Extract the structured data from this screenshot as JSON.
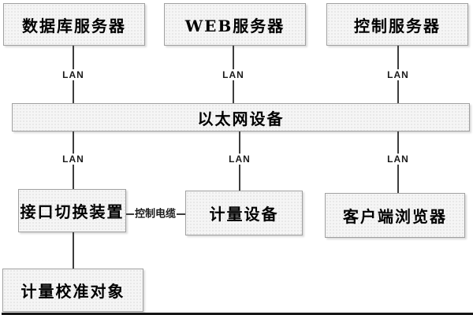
{
  "nodes": [
    {
      "id": "database-server",
      "label": "数据库服务器"
    },
    {
      "id": "web-server",
      "label": "WEB服务器"
    },
    {
      "id": "control-server",
      "label": "控制服务器"
    },
    {
      "id": "ethernet-device",
      "label": "以太网设备"
    },
    {
      "id": "interface-switch",
      "label": "接口切换装置"
    },
    {
      "id": "metering-device",
      "label": "计量设备"
    },
    {
      "id": "client-browser",
      "label": "客户端浏览器"
    },
    {
      "id": "calibration-object",
      "label": "计量校准对象"
    }
  ],
  "connections": [
    {
      "from": "database-server",
      "to": "ethernet-device",
      "label": "LAN"
    },
    {
      "from": "web-server",
      "to": "ethernet-device",
      "label": "LAN"
    },
    {
      "from": "control-server",
      "to": "ethernet-device",
      "label": "LAN"
    },
    {
      "from": "ethernet-device",
      "to": "interface-switch",
      "label": "LAN"
    },
    {
      "from": "ethernet-device",
      "to": "metering-device",
      "label": "LAN"
    },
    {
      "from": "ethernet-device",
      "to": "client-browser",
      "label": "LAN"
    },
    {
      "from": "interface-switch",
      "to": "metering-device",
      "label": "控制电缆"
    },
    {
      "from": "interface-switch",
      "to": "calibration-object",
      "label": ""
    }
  ],
  "colors": {
    "background": "#ffffff",
    "box_fill": "#f5f5f5",
    "box_border": "#a0a0a0",
    "connector": "#3d3d3d",
    "text": "#000000",
    "bottom_edge": "#161616"
  }
}
